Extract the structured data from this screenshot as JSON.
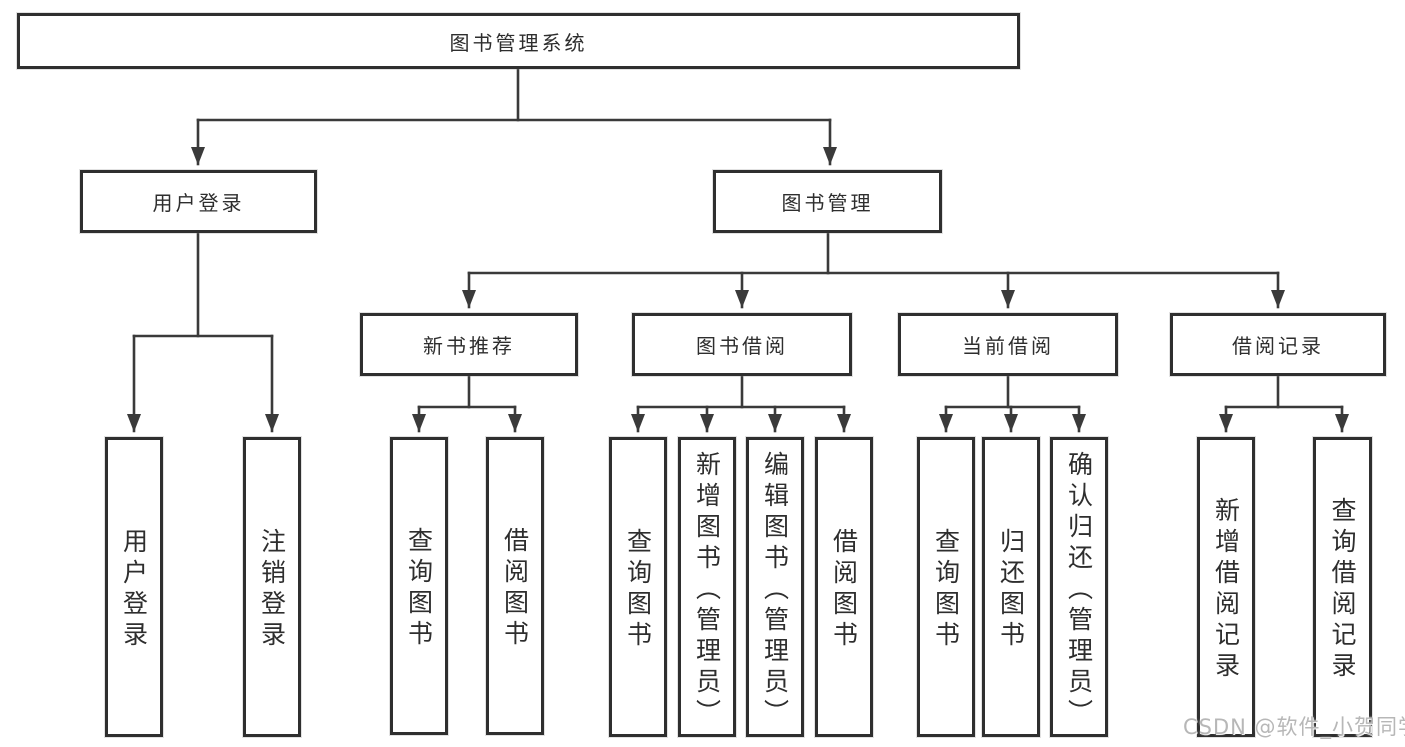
{
  "diagram": {
    "title": "图书管理系统",
    "type": "hierarchy-diagram",
    "watermark": "CSDN @软件_小贺同学",
    "colors": {
      "background": "#ffffff",
      "line": "#3a3a3a",
      "box_border": "#2f2f2f",
      "text": "#2e2e2e",
      "watermark": "#b7b7b7"
    }
  },
  "nodes": {
    "root": {
      "label": "图书管理系统"
    },
    "branches": [
      {
        "label": "用户登录",
        "children": [
          {
            "label": "用户登录"
          },
          {
            "label": "注销登录"
          }
        ]
      },
      {
        "label": "图书管理",
        "children": [
          {
            "label": "新书推荐",
            "children": [
              {
                "label": "查询图书"
              },
              {
                "label": "借阅图书"
              }
            ]
          },
          {
            "label": "图书借阅",
            "children": [
              {
                "label": "查询图书"
              },
              {
                "label": "新增图书（管理员）"
              },
              {
                "label": "编辑图书（管理员）"
              },
              {
                "label": "借阅图书"
              }
            ]
          },
          {
            "label": "当前借阅",
            "children": [
              {
                "label": "查询图书"
              },
              {
                "label": "归还图书"
              },
              {
                "label": "确认归还（管理员）"
              }
            ]
          },
          {
            "label": "借阅记录",
            "children": [
              {
                "label": "新增借阅记录"
              },
              {
                "label": "查询借阅记录"
              }
            ]
          }
        ]
      }
    ]
  }
}
